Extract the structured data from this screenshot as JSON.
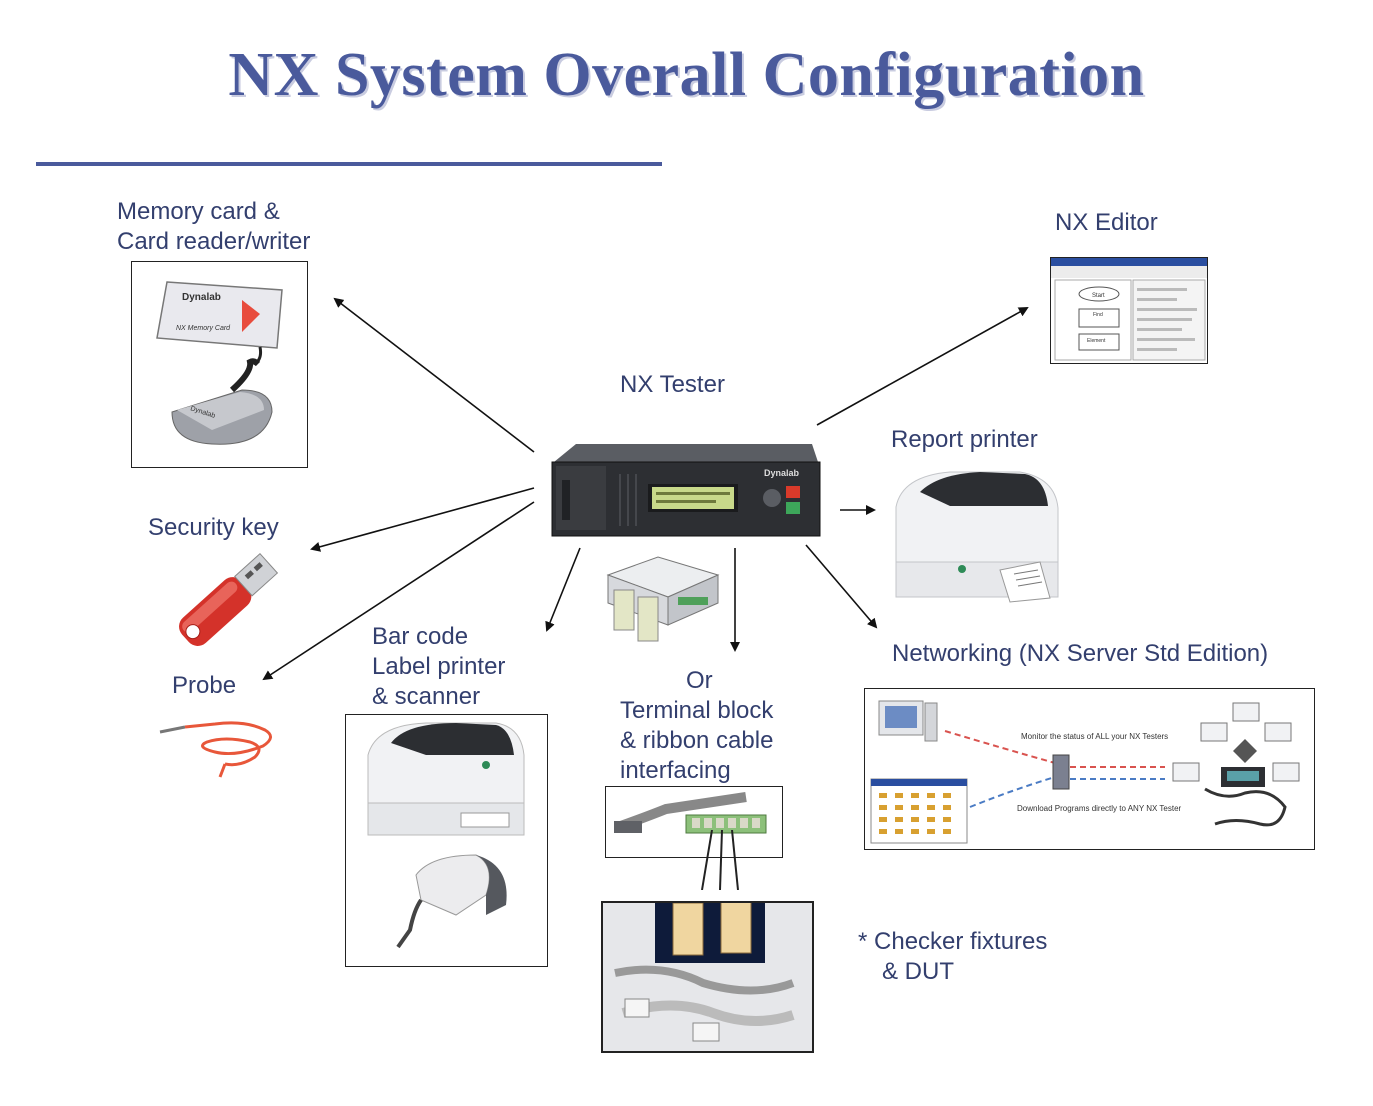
{
  "title": "NX System Overall Configuration",
  "labels": {
    "memory_card_line1": "Memory card &",
    "memory_card_line2": "Card reader/writer",
    "nx_editor": "NX Editor",
    "nx_tester": "NX Tester",
    "report_printer": "Report printer",
    "security_key": "Security key",
    "probe": "Probe",
    "barcode_line1": "Bar code",
    "barcode_line2": "Label printer",
    "barcode_line3": "& scanner",
    "or": "Or",
    "terminal_line1": "Terminal block",
    "terminal_line2": "& ribbon cable",
    "terminal_line3": "interfacing",
    "networking": "Networking (NX Server Std Edition)",
    "checker_line1": "* Checker fixtures",
    "checker_line2": "& DUT"
  },
  "artwork_text": {
    "card_brand": "Dynalab",
    "card_name": "NX Memory Card",
    "reader_brand": "Dynalab",
    "tester_brand": "Dynalab",
    "net_monitor": "Monitor the status of ALL your NX Testers",
    "net_download": "Download Programs directly to ANY NX Tester",
    "editor_start": "Start",
    "editor_step": "Find",
    "editor_step2": "Element"
  },
  "colors": {
    "title": "#4a5a9c",
    "label": "#333f6e",
    "rule": "#4a5a9c",
    "usb_key": "#d4322a",
    "probe_cable": "#e8573a",
    "lcd": "#c8d98a"
  }
}
